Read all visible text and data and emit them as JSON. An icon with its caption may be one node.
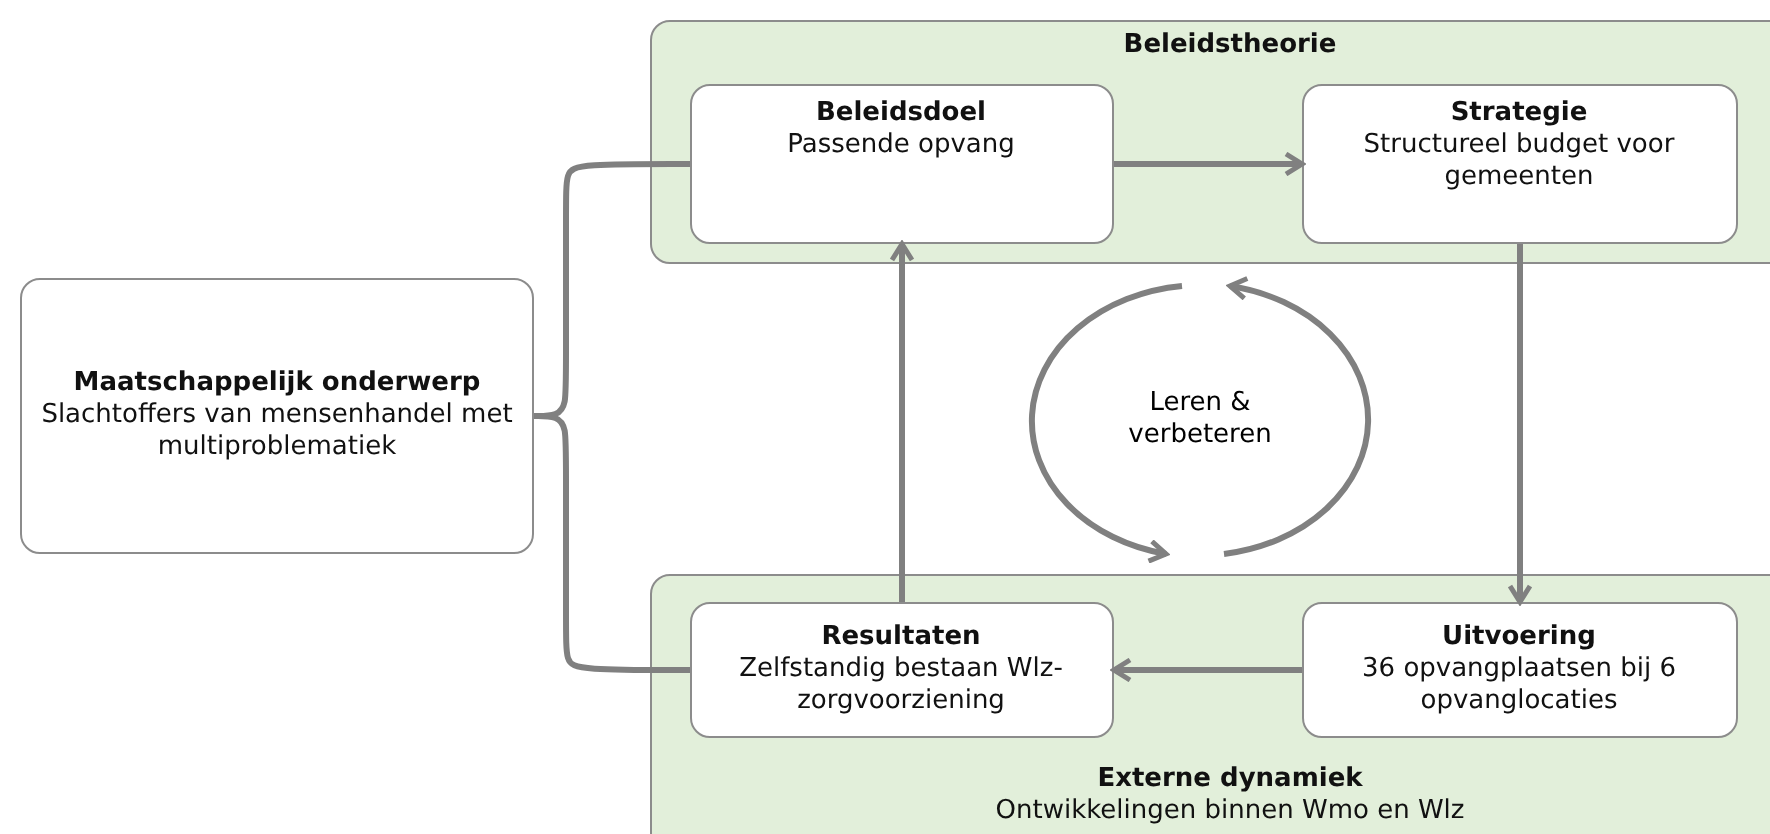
{
  "diagram": {
    "nodes": [
      {
        "text": [
          "Beleidstheorie"
        ]
      },
      {
        "text": [
          "Beleidsdoel",
          "Passende opvang"
        ],
        "in": 0
      },
      {
        "text": [
          "Strategie",
          "Structureel budget voor gemeenten"
        ],
        "in": 0
      },
      {
        "text": [
          "Maatschappelijk onderwerp",
          "Slachtoffers van mensenhandel met multiproblematiek"
        ]
      },
      {
        "text": [
          "Leren & verbeteren"
        ]
      },
      {
        "text": [
          "Externe dynamiek",
          "Ontwikkelingen binnen Wmo en Wlz"
        ]
      },
      {
        "text": [
          "Resultaten",
          "Zelfstandig bestaan Wlz-zorgvoorziening"
        ],
        "in": 5
      },
      {
        "text": [
          "Uitvoering",
          "36 opvangplaatsen bij 6 opvanglocaties"
        ],
        "in": 5
      }
    ],
    "edges": [
      {
        "from": 1,
        "to": 2,
        "arrow": "to"
      },
      {
        "from": 2,
        "to": 7,
        "arrow": "to"
      },
      {
        "from": 7,
        "to": 6,
        "arrow": "to"
      },
      {
        "from": 6,
        "to": 1,
        "arrow": "to"
      },
      {
        "from": 3,
        "to": 1,
        "arrow": "none"
      },
      {
        "from": 3,
        "to": 6,
        "arrow": "none"
      }
    ]
  }
}
